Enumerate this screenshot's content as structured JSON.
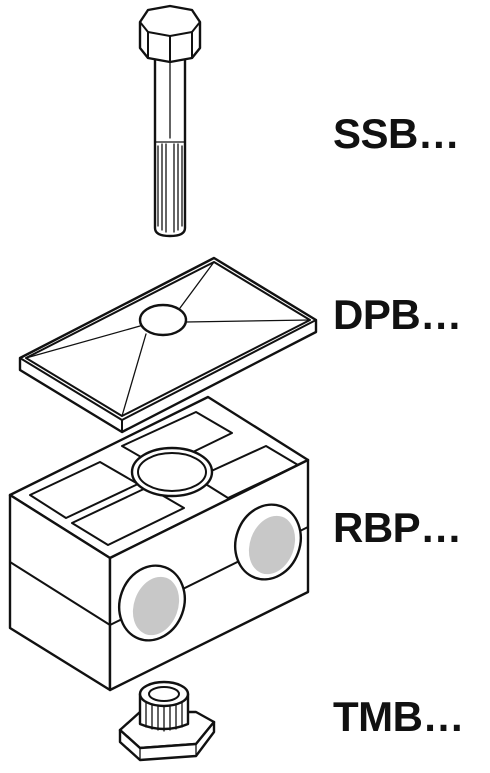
{
  "labels": {
    "ssb": "SSB…",
    "dpb": "DPB…",
    "rbp": "RBP…",
    "tmb": "TMB…"
  },
  "parts": [
    {
      "code": "SSB…",
      "icon": "hex-bolt-icon"
    },
    {
      "code": "DPB…",
      "icon": "cover-plate-icon"
    },
    {
      "code": "RBP…",
      "icon": "clamp-body-icon"
    },
    {
      "code": "TMB…",
      "icon": "weld-nut-icon"
    }
  ],
  "colors": {
    "line": "#111111",
    "fill": "#ffffff",
    "shade": "#c8c8c8"
  }
}
